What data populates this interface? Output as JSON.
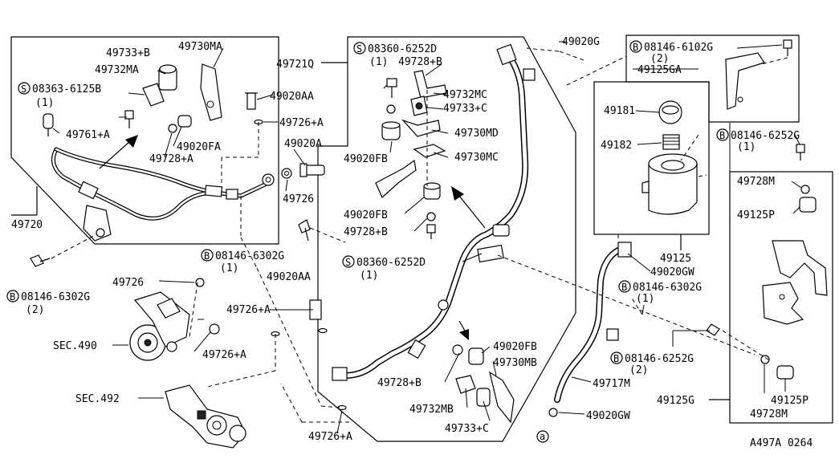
{
  "labels": {
    "p49730MA": "49730MA",
    "p49733B": "49733+B",
    "p49732MA": "49732MA",
    "s08363": "08363-6125B",
    "s08363_qty": "(1)",
    "p49761A": "49761+A",
    "p49728A": "49728+A",
    "p49020FA": "49020FA",
    "p49720": "49720",
    "b08146_6302G_left": "08146-6302G",
    "b08146_6302G_left_qty": "(2)",
    "p49721Q": "49721Q",
    "p49020AA_top": "49020AA",
    "p49726A_top": "49726+A",
    "p49020A": "49020A",
    "p49726_mid": "49726",
    "b08146_6302G_mid": "08146-6302G",
    "b08146_6302G_mid_qty": "(1)",
    "p49726_lower": "49726",
    "p49020AA_lower": "49020AA",
    "p49726A_mid": "49726+A",
    "sec490": "SEC.490",
    "p49726A_left": "49726+A",
    "sec492": "SEC.492",
    "p49726A_bottom": "49726+A",
    "s08360_top": "08360-6252D",
    "s08360_top_qty": "(1)",
    "p49728B_top": "49728+B",
    "p49732MC": "49732MC",
    "p49733C_top": "49733+C",
    "p49730MD": "49730MD",
    "p49020FB_top": "49020FB",
    "p49730MC": "49730MC",
    "p49020FB_mid": "49020FB",
    "p49728B_mid": "49728+B",
    "s08360_mid": "08360-6252D",
    "s08360_mid_qty": "(1)",
    "p49020FB_low": "49020FB",
    "p49730MB": "49730MB",
    "p49728B_low": "49728+B",
    "p49732MB": "49732MB",
    "p49733C_low": "49733+C",
    "p49020G": "49020G",
    "b08146_6102G": "08146-6102G",
    "b08146_6102G_qty": "(2)",
    "p49125GA": "49125GA",
    "p49181": "49181",
    "p49182": "49182",
    "b08146_6252G_top": "08146-6252G",
    "b08146_6252G_top_qty": "(1)",
    "p49728M_top": "49728M",
    "p49125P_top": "49125P",
    "p49125": "49125",
    "p49020GW_top": "49020GW",
    "b08146_6302G_right": "08146-6302G",
    "b08146_6302G_right_qty": "(1)",
    "b08146_6252G_low": "08146-6252G",
    "b08146_6252G_low_qty": "(2)",
    "p49717M": "49717M",
    "p49125G": "49125G",
    "p49125P_low": "49125P",
    "p49728M_low": "49728M",
    "p49020GW_low": "49020GW",
    "figure_code": "A497A 0264"
  },
  "markers": {
    "s": "S",
    "b": "B",
    "a": "a"
  }
}
